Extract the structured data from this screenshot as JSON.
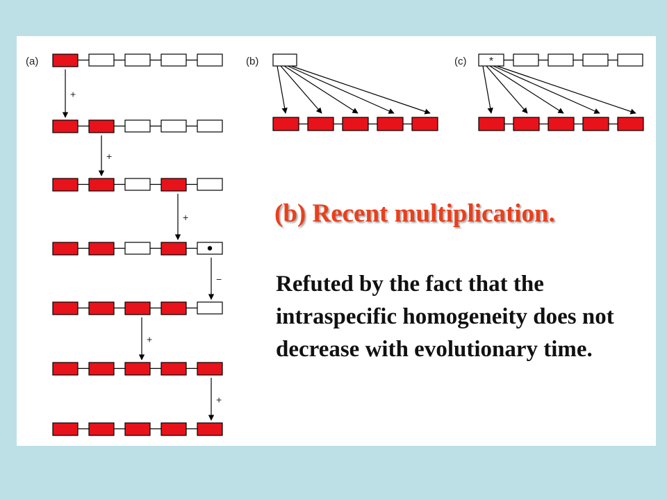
{
  "slide": {
    "title": "(b) Recent multiplication.",
    "body": "Refuted by the fact that the intraspecific homogeneity does not decrease with evolutionary time."
  },
  "colors": {
    "background": "#bde0e6",
    "panel": "#ffffff",
    "filled": "#e8121a",
    "empty": "#ffffff",
    "title": "#e8401c"
  },
  "diagram": {
    "panel_a": {
      "label": "(a)",
      "rows": [
        {
          "boxes": [
            "filled",
            "empty",
            "empty",
            "empty",
            "empty"
          ]
        },
        {
          "boxes": [
            "filled",
            "filled",
            "empty",
            "empty",
            "empty"
          ],
          "op": "+"
        },
        {
          "boxes": [
            "filled",
            "filled",
            "empty",
            "filled",
            "empty"
          ],
          "op": "+"
        },
        {
          "boxes": [
            "filled",
            "filled",
            "empty",
            "filled",
            "dot"
          ],
          "op": "+"
        },
        {
          "boxes": [
            "filled",
            "filled",
            "filled",
            "filled",
            "empty"
          ],
          "op": "−"
        },
        {
          "boxes": [
            "filled",
            "filled",
            "filled",
            "filled",
            "filled"
          ],
          "op": "+"
        },
        {
          "boxes": [
            "filled",
            "filled",
            "filled",
            "filled",
            "filled"
          ],
          "op": "+"
        }
      ]
    },
    "panel_b": {
      "label": "(b)",
      "source_mark": ""
    },
    "panel_c": {
      "label": "(c)",
      "source_mark": "*"
    }
  }
}
